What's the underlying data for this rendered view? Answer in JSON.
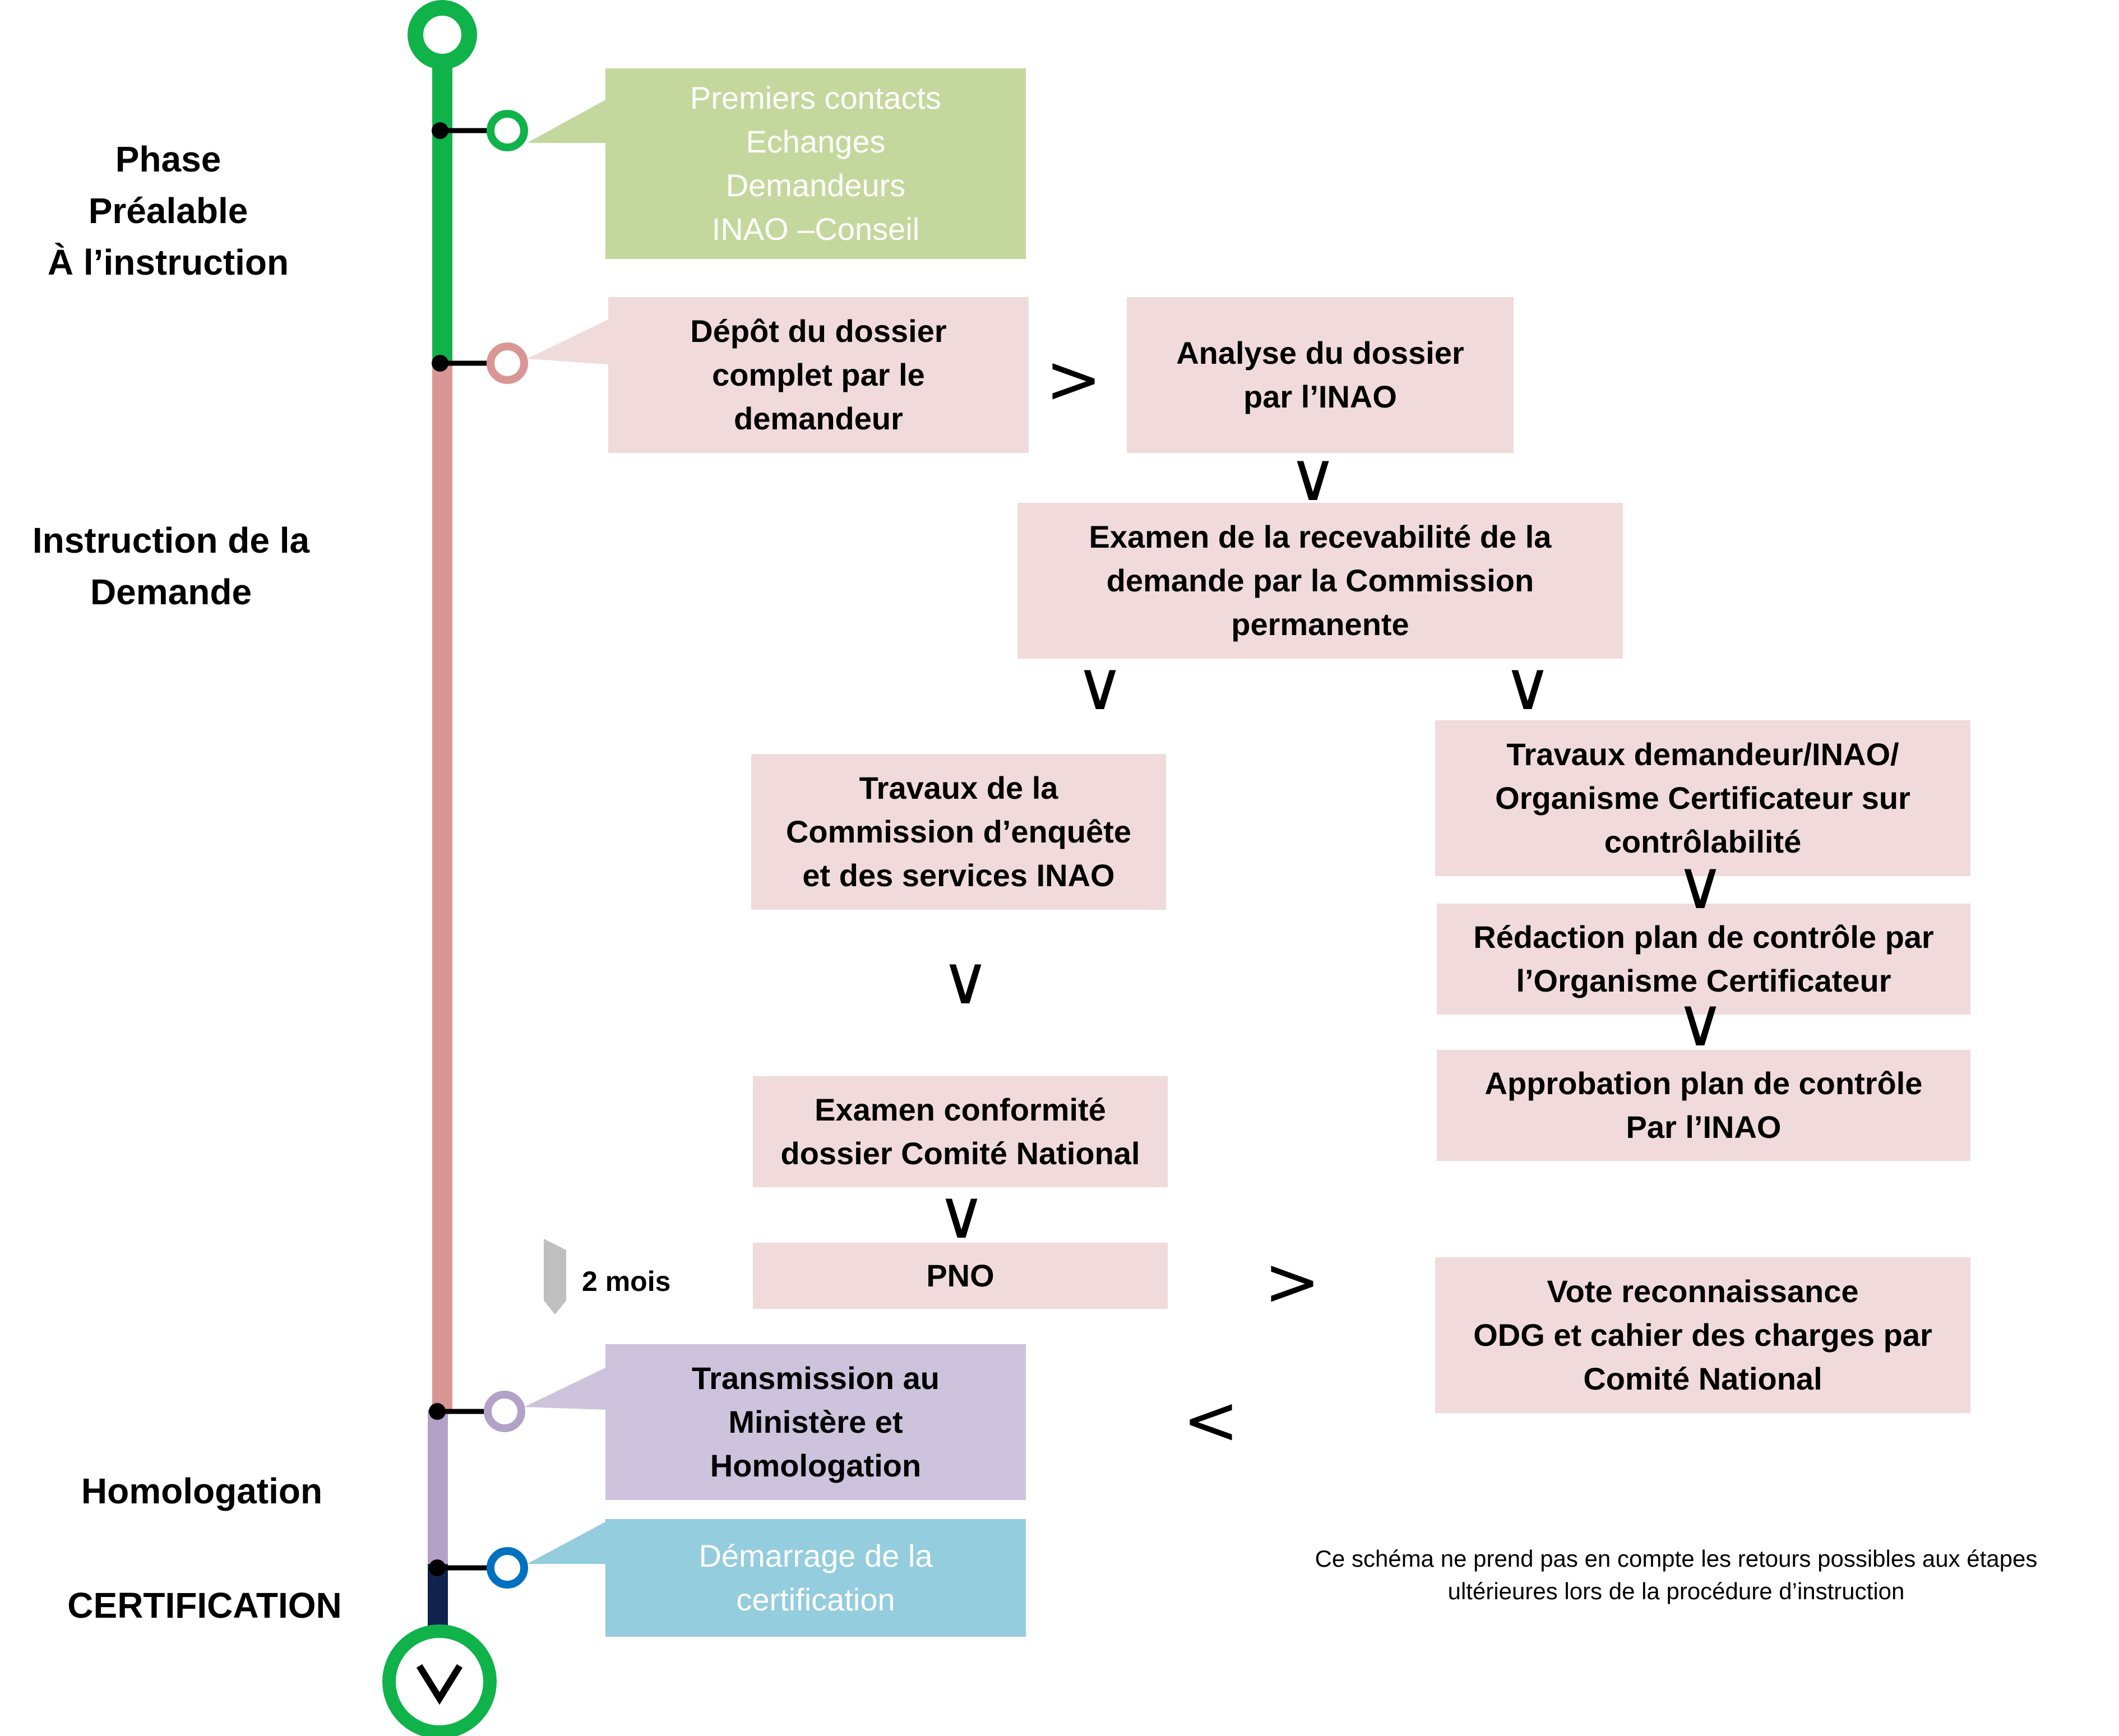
{
  "phases": {
    "prealable": "Phase\nPréalable\nÀ l’instruction",
    "instruction": "Instruction de la\nDemande",
    "homologation": "Homologation",
    "certification": "CERTIFICATION"
  },
  "boxes": {
    "premiers_contacts": "Premiers contacts\nEchanges\nDemandeurs\nINAO –Conseil",
    "depot": "Dépôt du dossier\ncomplet par le\ndemandeur",
    "analyse": "Analyse du dossier\npar l’INAO",
    "examen_recevabilite": "Examen de la recevabilité de la\ndemande par la Commission\npermanente",
    "travaux_commission": "Travaux de la\nCommission d’enquête\net des services INAO",
    "travaux_demandeur": "Travaux demandeur/INAO/\nOrganisme Certificateur sur\ncontrôlabilité",
    "redaction_plan": "Rédaction plan de contrôle par\nl’Organisme Certificateur",
    "approbation_plan": "Approbation plan de contrôle\nPar l’INAO",
    "examen_conformite": "Examen conformité\ndossier Comité National",
    "pno": "PNO",
    "vote": "Vote reconnaissance\nODG et cahier des charges par\nComité National",
    "transmission": "Transmission au\nMinistère  et\nHomologation",
    "demarrage": "Démarrage de la\ncertification"
  },
  "delay_label": "2 mois",
  "note": "Ce schéma ne prend pas  en compte les retours  possibles aux étapes\nultérieures lors de la procédure d’instruction",
  "colors": {
    "green": "#10b24a",
    "green_box": "#c4d89d",
    "pink_line": "#d99694",
    "pink_box": "#f0dadb",
    "purple_line": "#b3a2c7",
    "purple_box": "#cdc3dd",
    "blue_circle": "#0070c0",
    "blue_box": "#94cddd",
    "navy": "#10224e",
    "gray_arrow": "#bfbfbf"
  }
}
